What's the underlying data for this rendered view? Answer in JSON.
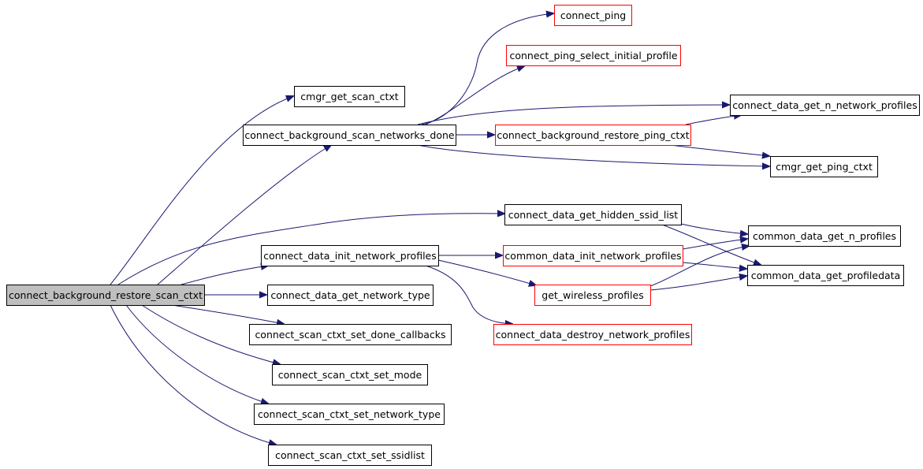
{
  "colors": {
    "edge": "#191970",
    "border_normal": "#000000",
    "border_truncated": "#ff0000",
    "fill_root": "#bfbfbf",
    "fill_node": "#ffffff"
  },
  "nodes": [
    {
      "id": "root",
      "label": "connect_background_restore_scan_ctxt",
      "style": "root"
    },
    {
      "id": "n_cmgr_scan",
      "label": "cmgr_get_scan_ctxt",
      "style": "normal"
    },
    {
      "id": "n_bg_scan_done",
      "label": "connect_background_scan_networks_done",
      "style": "normal"
    },
    {
      "id": "n_ping",
      "label": "connect_ping",
      "style": "truncated"
    },
    {
      "id": "n_ping_sel",
      "label": "connect_ping_select_initial_profile",
      "style": "truncated"
    },
    {
      "id": "n_n_net_prof",
      "label": "connect_data_get_n_network_profiles",
      "style": "normal"
    },
    {
      "id": "n_bg_ping",
      "label": "connect_background_restore_ping_ctxt",
      "style": "truncated"
    },
    {
      "id": "n_cmgr_ping",
      "label": "cmgr_get_ping_ctxt",
      "style": "normal"
    },
    {
      "id": "n_hidden",
      "label": "connect_data_get_hidden_ssid_list",
      "style": "normal"
    },
    {
      "id": "n_init_net",
      "label": "connect_data_init_network_profiles",
      "style": "normal"
    },
    {
      "id": "n_cd_init",
      "label": "common_data_init_network_profiles",
      "style": "truncated"
    },
    {
      "id": "n_cd_nprof",
      "label": "common_data_get_n_profiles",
      "style": "normal"
    },
    {
      "id": "n_cd_pdata",
      "label": "common_data_get_profiledata",
      "style": "normal"
    },
    {
      "id": "n_wireless",
      "label": "get_wireless_profiles",
      "style": "truncated"
    },
    {
      "id": "n_destroy",
      "label": "connect_data_destroy_network_profiles",
      "style": "truncated"
    },
    {
      "id": "n_net_type",
      "label": "connect_data_get_network_type",
      "style": "normal"
    },
    {
      "id": "n_set_done",
      "label": "connect_scan_ctxt_set_done_callbacks",
      "style": "normal"
    },
    {
      "id": "n_set_mode",
      "label": "connect_scan_ctxt_set_mode",
      "style": "normal"
    },
    {
      "id": "n_set_ntype",
      "label": "connect_scan_ctxt_set_network_type",
      "style": "normal"
    },
    {
      "id": "n_set_ssid",
      "label": "connect_scan_ctxt_set_ssidlist",
      "style": "normal"
    }
  ],
  "edges": [
    [
      "root",
      "n_cmgr_scan"
    ],
    [
      "root",
      "n_bg_scan_done"
    ],
    [
      "root",
      "n_hidden"
    ],
    [
      "root",
      "n_init_net"
    ],
    [
      "root",
      "n_net_type"
    ],
    [
      "root",
      "n_set_done"
    ],
    [
      "root",
      "n_set_mode"
    ],
    [
      "root",
      "n_set_ntype"
    ],
    [
      "root",
      "n_set_ssid"
    ],
    [
      "n_bg_scan_done",
      "n_ping"
    ],
    [
      "n_bg_scan_done",
      "n_ping_sel"
    ],
    [
      "n_bg_scan_done",
      "n_n_net_prof"
    ],
    [
      "n_bg_scan_done",
      "n_bg_ping"
    ],
    [
      "n_bg_scan_done",
      "n_cmgr_ping"
    ],
    [
      "n_bg_ping",
      "n_n_net_prof"
    ],
    [
      "n_bg_ping",
      "n_cmgr_ping"
    ],
    [
      "n_hidden",
      "n_cd_nprof"
    ],
    [
      "n_hidden",
      "n_cd_pdata"
    ],
    [
      "n_init_net",
      "n_cd_init"
    ],
    [
      "n_init_net",
      "n_wireless"
    ],
    [
      "n_init_net",
      "n_destroy"
    ],
    [
      "n_cd_init",
      "n_cd_nprof"
    ],
    [
      "n_cd_init",
      "n_cd_pdata"
    ],
    [
      "n_wireless",
      "n_cd_nprof"
    ],
    [
      "n_wireless",
      "n_cd_pdata"
    ]
  ]
}
